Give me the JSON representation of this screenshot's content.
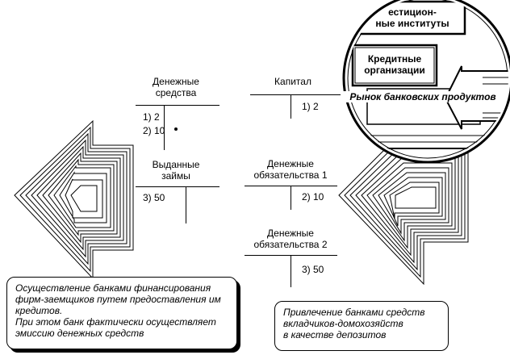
{
  "accounts": {
    "cash": {
      "title": "Денежные\nсредства",
      "entries": [
        "1) 2",
        "2) 10"
      ]
    },
    "loans_issued": {
      "title": "Выданные\nзаймы",
      "entries": [
        "3) 50"
      ]
    },
    "capital": {
      "title": "Капитал",
      "entries": [
        "1) 2"
      ]
    },
    "liabilities1": {
      "title": "Денежные\nобязательства 1",
      "entries": [
        "2) 10"
      ]
    },
    "liabilities2": {
      "title": "Денежные\nобязательства 2",
      "entries": [
        "3) 50"
      ]
    }
  },
  "magnifier": {
    "top_box": "естицион-\nные институты",
    "credit_orgs": "Кредитные\nорганизации",
    "bank_market": "Рынок банковских продуктов"
  },
  "notes": {
    "left": "Осуществление банками финансирования фирм-заемщиков путем предоставления им кредитов.\nПри этом банк фактически осуществляет эмиссию денежных средств",
    "right": "Привлечение банками средств вкладчиков-домохозяйств\nв качестве депозитов"
  }
}
